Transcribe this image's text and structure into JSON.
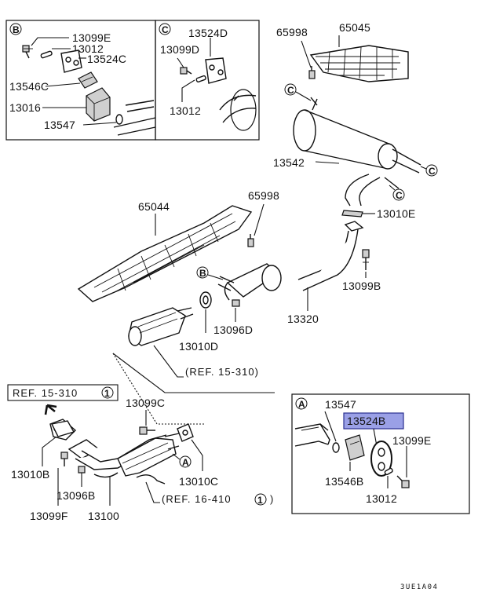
{
  "diagram": {
    "boxes": {
      "B": {
        "tag": "B",
        "labels": [
          "13099E",
          "13012",
          "13524C",
          "13546C",
          "13016",
          "13547"
        ]
      },
      "C": {
        "tag": "C",
        "labels": [
          "13524D",
          "13099D",
          "13012"
        ]
      },
      "A": {
        "tag": "A",
        "labels": [
          "13547",
          "13524B",
          "13099E",
          "13546B",
          "13012"
        ],
        "highlighted": "13524B",
        "highlight_color": "#9aa0e6"
      }
    },
    "main_labels": {
      "p65998_top": "65998",
      "p65045": "65045",
      "p13542": "13542",
      "p65998_mid": "65998",
      "p65044": "65044",
      "p13010E": "13010E",
      "p13099B": "13099B",
      "p13320": "13320",
      "p13096D": "13096D",
      "p13010D": "13010D",
      "p13099C": "13099C",
      "p13010B": "13010B",
      "p13096B": "13096B",
      "p13099F": "13099F",
      "p13100": "13100",
      "p13010C": "13010C"
    },
    "callouts": {
      "c1": "C",
      "c2": "C",
      "c3": "C",
      "b_main": "B",
      "a_main": "A"
    },
    "refs": {
      "ref_15_310_main": "(REF. 15-310)",
      "ref_15_310_box": "REF. 15-310",
      "ref_15_310_box_num": "1",
      "ref_16_410": "(REF. 16-410",
      "ref_16_410_num": "1",
      "ref_16_410_close": ")"
    },
    "figure_code": "3UE1A04"
  }
}
